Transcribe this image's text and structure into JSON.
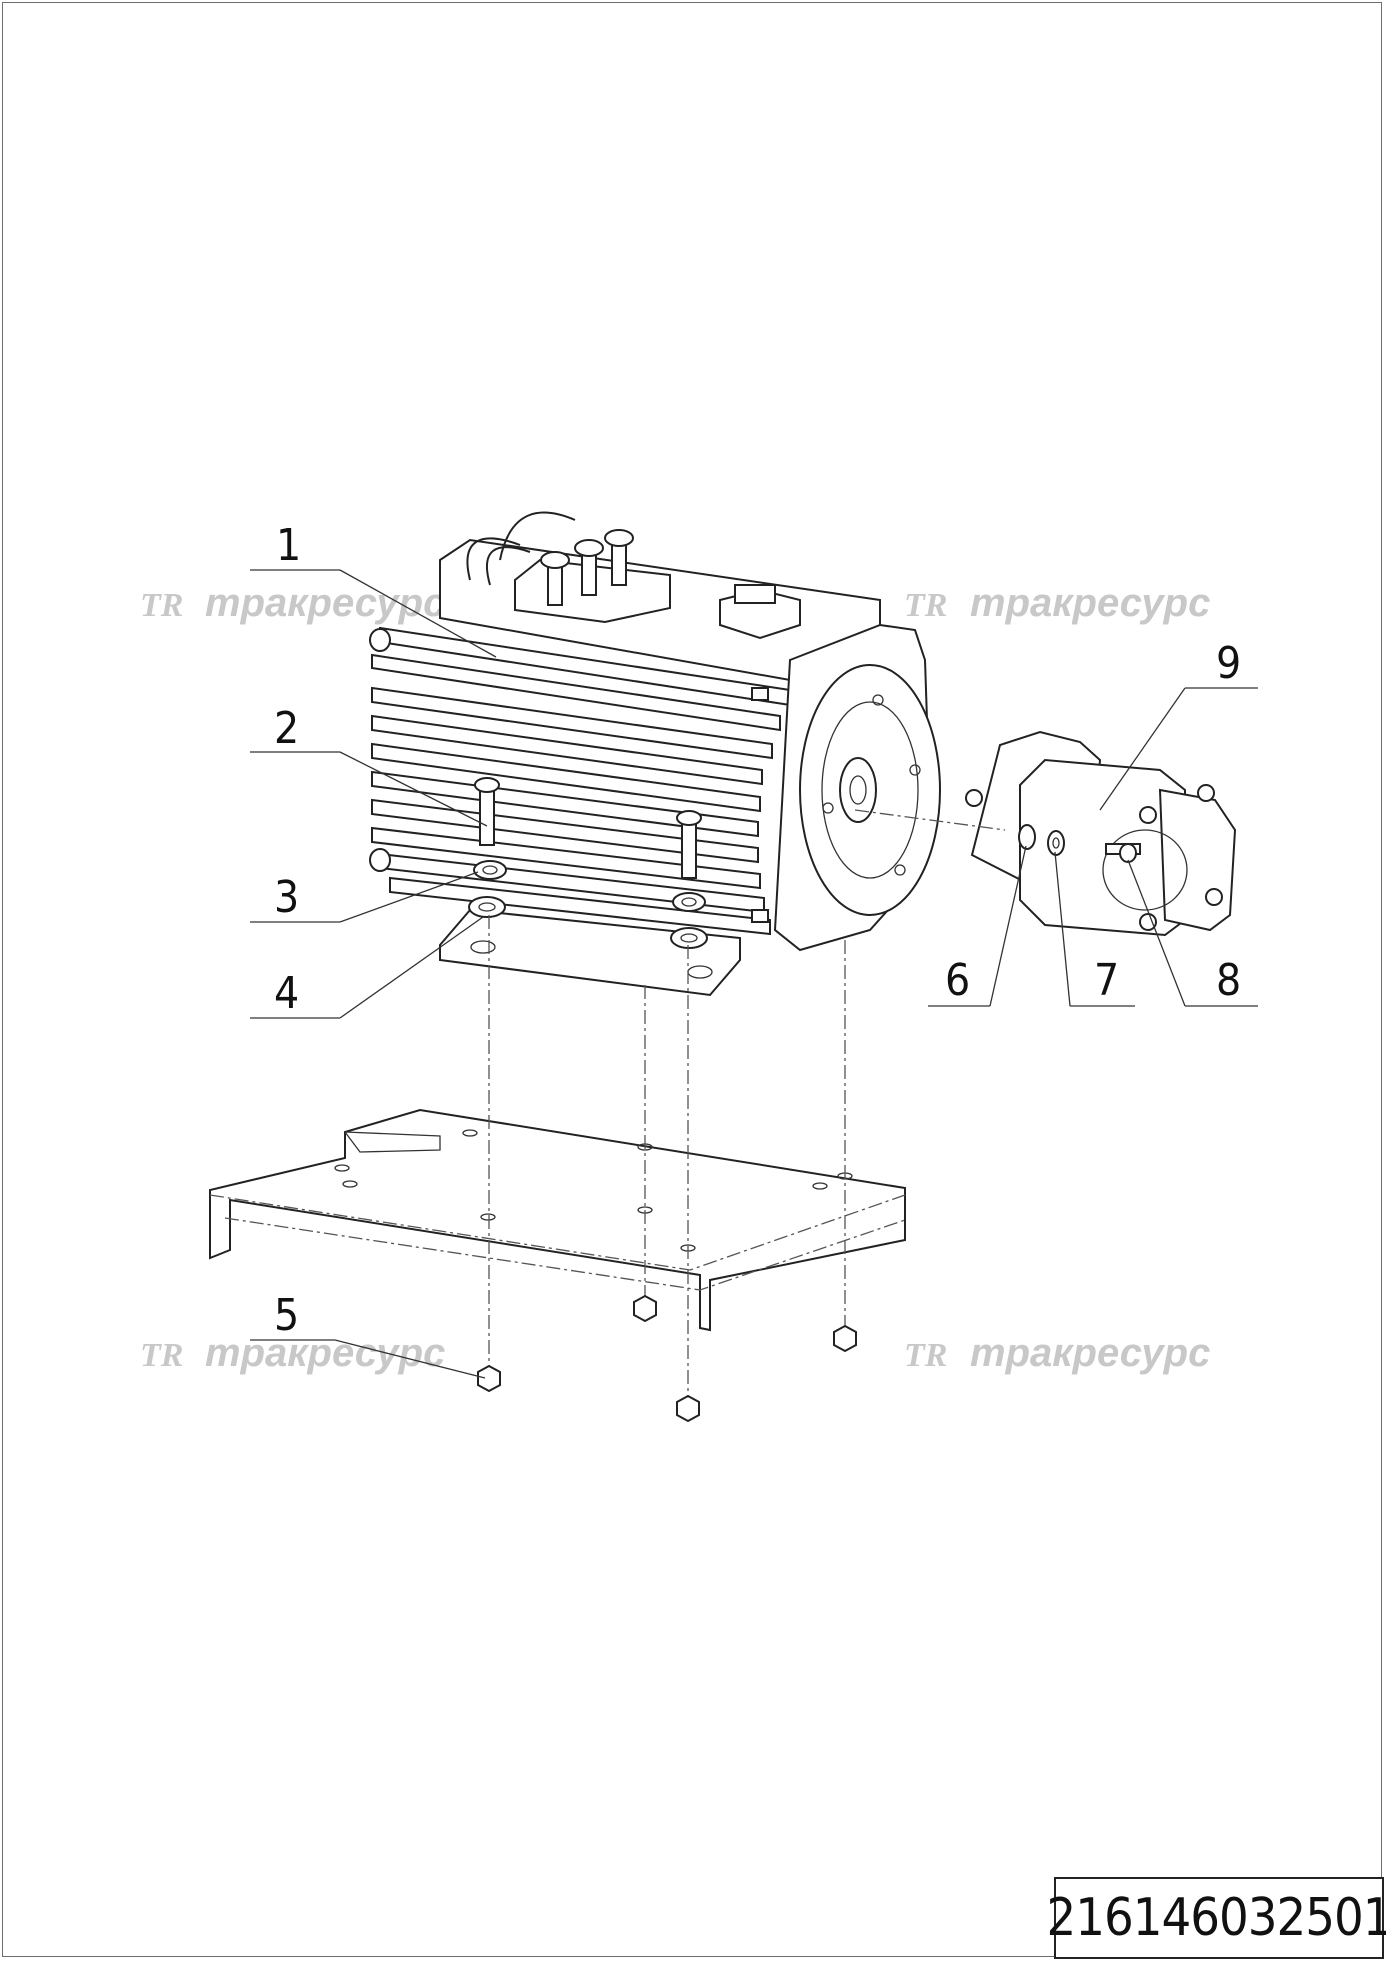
{
  "callouts": [
    {
      "id": "1",
      "label": "1"
    },
    {
      "id": "2",
      "label": "2"
    },
    {
      "id": "3",
      "label": "3"
    },
    {
      "id": "4",
      "label": "4"
    },
    {
      "id": "5",
      "label": "5"
    },
    {
      "id": "6",
      "label": "6"
    },
    {
      "id": "7",
      "label": "7"
    },
    {
      "id": "8",
      "label": "8"
    },
    {
      "id": "9",
      "label": "9"
    }
  ],
  "watermark": {
    "logo": "TR",
    "text": "тракресурс"
  },
  "drawing_code": "216146032501"
}
